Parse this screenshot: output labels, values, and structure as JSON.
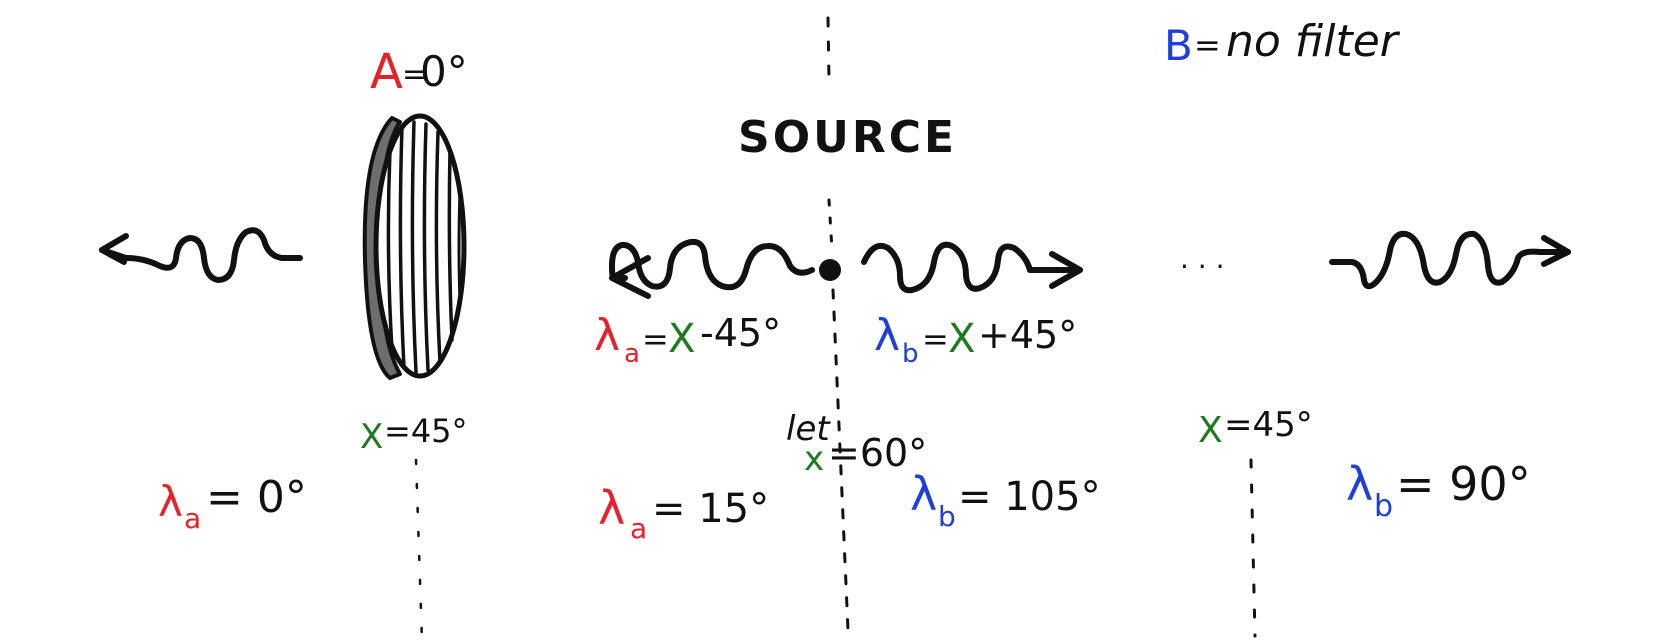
{
  "colors": {
    "ink": "#111111",
    "red": "#e8202a",
    "green": "#1f7a1f",
    "blue": "#1f3fd8"
  },
  "source": {
    "label": "SOURCE"
  },
  "filter_a": {
    "name": "A",
    "equals": "=",
    "angle": "0°"
  },
  "filter_b": {
    "name": "B",
    "equals": "=",
    "text": "no filter"
  },
  "left_side": {
    "x_label": "X",
    "x_value": "=45°",
    "lambda_sym": "λ",
    "lambda_sub": "a",
    "lambda_value": "= 0°"
  },
  "center": {
    "la_sym": "λ",
    "la_sub": "a",
    "la_eq": "=",
    "la_x": "X",
    "la_rest": "-45°",
    "lb_sym": "λ",
    "lb_sub": "b",
    "lb_eq": "=",
    "lb_x": "X",
    "lb_rest": "+45°",
    "let_word": "let",
    "let_x": "x",
    "let_value": "=60°",
    "la_result_value": "= 15°",
    "lb_result_value": "= 105°"
  },
  "right_side": {
    "ellipsis": ". . .",
    "x_label": "X",
    "x_value": "=45°",
    "lambda_sym": "λ",
    "lambda_sub": "b",
    "lambda_value": "= 90°"
  }
}
